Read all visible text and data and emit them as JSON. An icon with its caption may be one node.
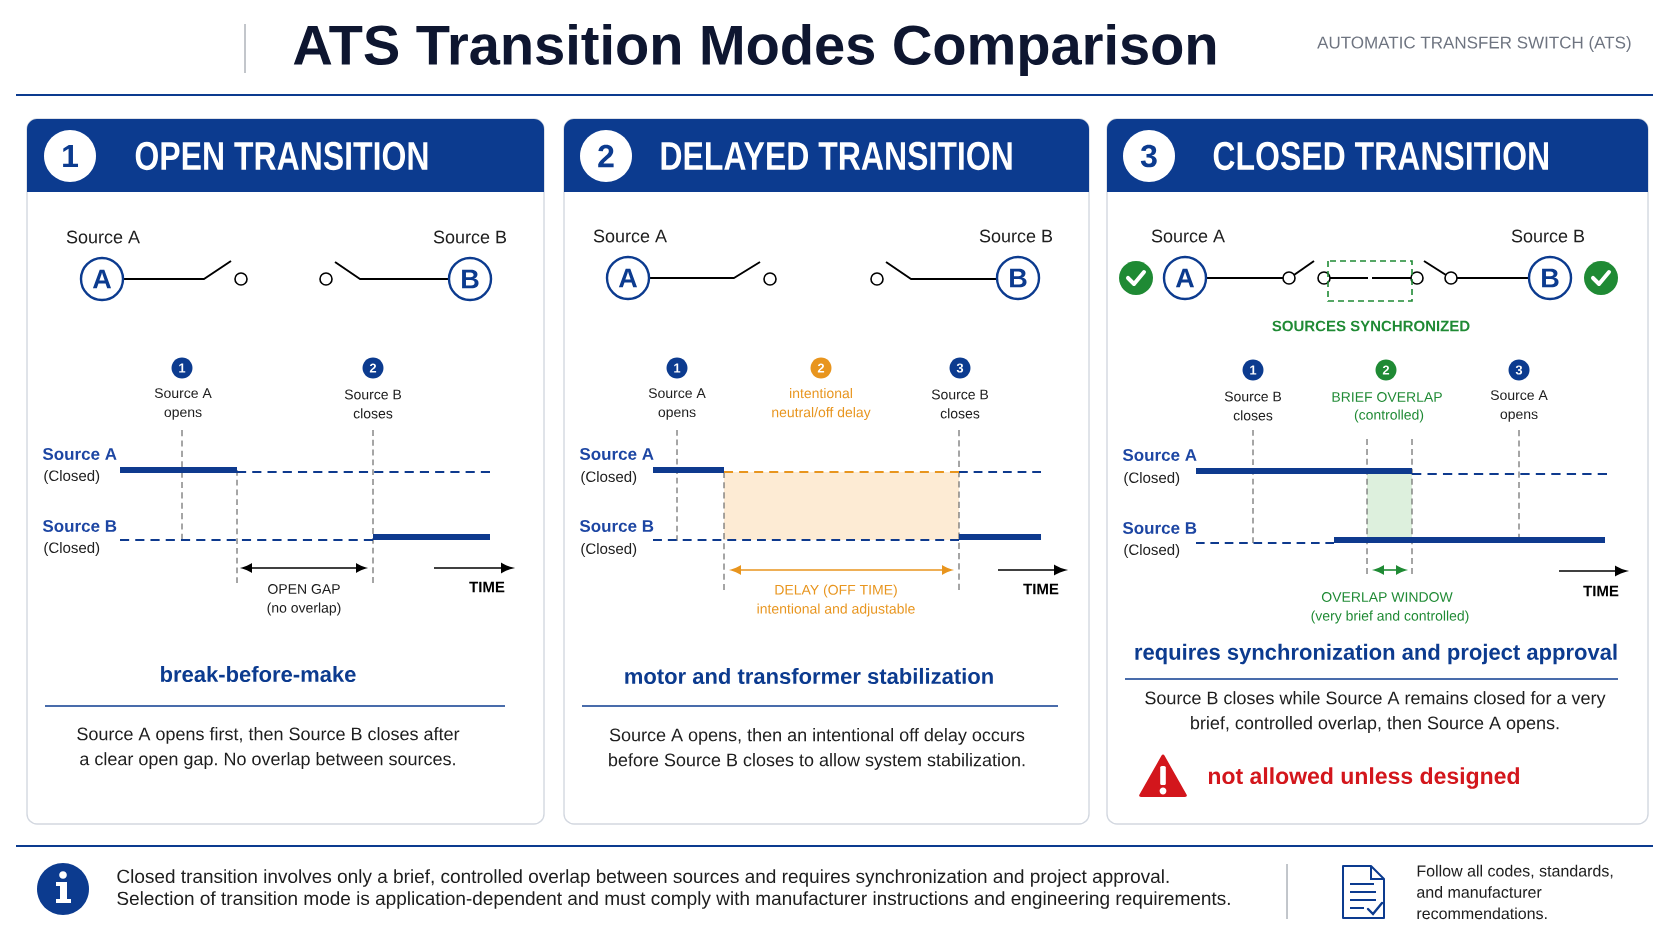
{
  "diagram": {
    "title": "ATS Transition Modes Comparison",
    "nodes": [
      {
        "text": [
          "OPEN TRANSITION"
        ]
      },
      {
        "text": [
          "1"
        ],
        "in": 0
      },
      {
        "text": [
          "A"
        ],
        "in": 0,
        "beside": [
          "Source A"
        ]
      },
      {
        "text": [
          "B"
        ],
        "in": 0,
        "beside": [
          "Source B"
        ]
      },
      {
        "text": [
          "1"
        ],
        "in": 0,
        "beside": [
          "Source A opens"
        ]
      },
      {
        "text": [
          "2"
        ],
        "in": 0,
        "beside": [
          "Source B closes"
        ]
      },
      {
        "text": [
          "DELAYED TRANSITION"
        ]
      },
      {
        "text": [
          "2"
        ],
        "in": 6
      },
      {
        "text": [
          "A"
        ],
        "in": 6,
        "beside": [
          "Source A"
        ]
      },
      {
        "text": [
          "B"
        ],
        "in": 6,
        "beside": [
          "Source B"
        ]
      },
      {
        "text": [
          "1"
        ],
        "in": 6,
        "beside": [
          "Source A opens"
        ]
      },
      {
        "text": [
          "2"
        ],
        "in": 6,
        "beside": [
          "intentional neutral/off delay"
        ]
      },
      {
        "text": [
          "3"
        ],
        "in": 6,
        "beside": [
          "Source B closes"
        ]
      },
      {
        "text": [],
        "shape": "box",
        "in": 6
      },
      {
        "text": [
          "CLOSED TRANSITION"
        ]
      },
      {
        "text": [
          "3"
        ],
        "in": 14
      },
      {
        "text": [
          "A"
        ],
        "in": 14,
        "beside": [
          "Source A"
        ]
      },
      {
        "text": [
          "B"
        ],
        "in": 14,
        "beside": [
          "Source B"
        ]
      },
      {
        "text": [
          "1"
        ],
        "in": 14,
        "beside": [
          "Source B closes"
        ]
      },
      {
        "text": [
          "2"
        ],
        "in": 14,
        "beside": [
          "BRIEF OVERLAP",
          "(controlled)"
        ]
      },
      {
        "text": [
          "3"
        ],
        "in": 14,
        "beside": [
          "Source A opens"
        ]
      },
      {
        "text": [],
        "shape": "box",
        "in": 14
      }
    ],
    "labels": [
      "AUTOMATIC TRANSFER SWITCH (ATS)",
      "Source A",
      "(Closed)",
      "Source B",
      "(Closed)",
      "OPEN GAP",
      "(no overlap)",
      "TIME",
      "break-before-make",
      "Source A opens first, then Source B closes after a clear open gap. No overlap between sources.",
      "Source A",
      "(Closed)",
      "Source B",
      "(Closed)",
      "DELAY (OFF TIME)",
      "intentional and adjustable",
      "TIME",
      "motor and transformer stabilization",
      "Source A opens, then an intentional off delay occurs before Source B closes to allow system stabilization.",
      "SOURCES SYNCHRONIZED",
      "Source A",
      "(Closed)",
      "Source B",
      "(Closed)",
      "OVERLAP WINDOW",
      "(very brief and controlled)",
      "TIME",
      "requires synchronization and project approval",
      "Source B closes while Source A remains closed for a very brief, controlled overlap, then Source A opens.",
      "not allowed unless designed",
      "Closed transition involves only a brief, controlled overlap between sources and requires synchronization and project approval.",
      "Selection of transition mode is application-dependent and must comply with manufacturer instructions and engineering requirements.",
      "Follow all codes, standards, and manufacturer recommendations."
    ]
  }
}
